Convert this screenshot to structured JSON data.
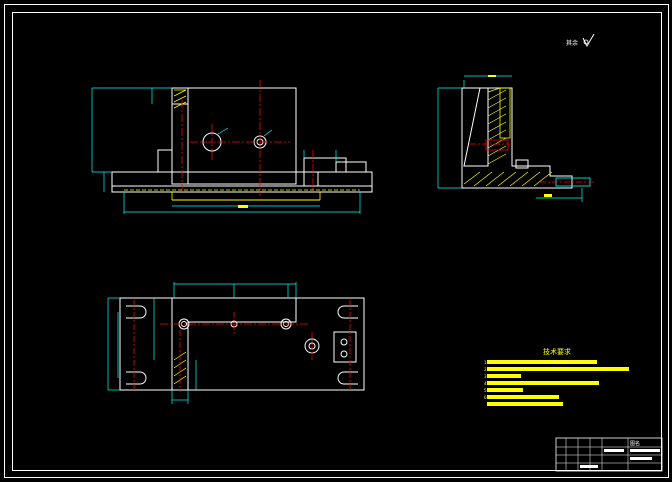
{
  "colors": {
    "background": "#000000",
    "frame": "#ffffff",
    "outline": "#ffffff",
    "dimension": "#00ffff",
    "centerline": "#ff0000",
    "hatch": "#ffff00",
    "hidden": "#ffff00",
    "notes_text": "#ffff00"
  },
  "surface_note": {
    "label": "其余"
  },
  "notes": {
    "title": "技术要求",
    "lines": [
      "1",
      "2",
      "3",
      "4",
      "5",
      "6"
    ]
  },
  "title_block": {
    "label": "图名"
  }
}
